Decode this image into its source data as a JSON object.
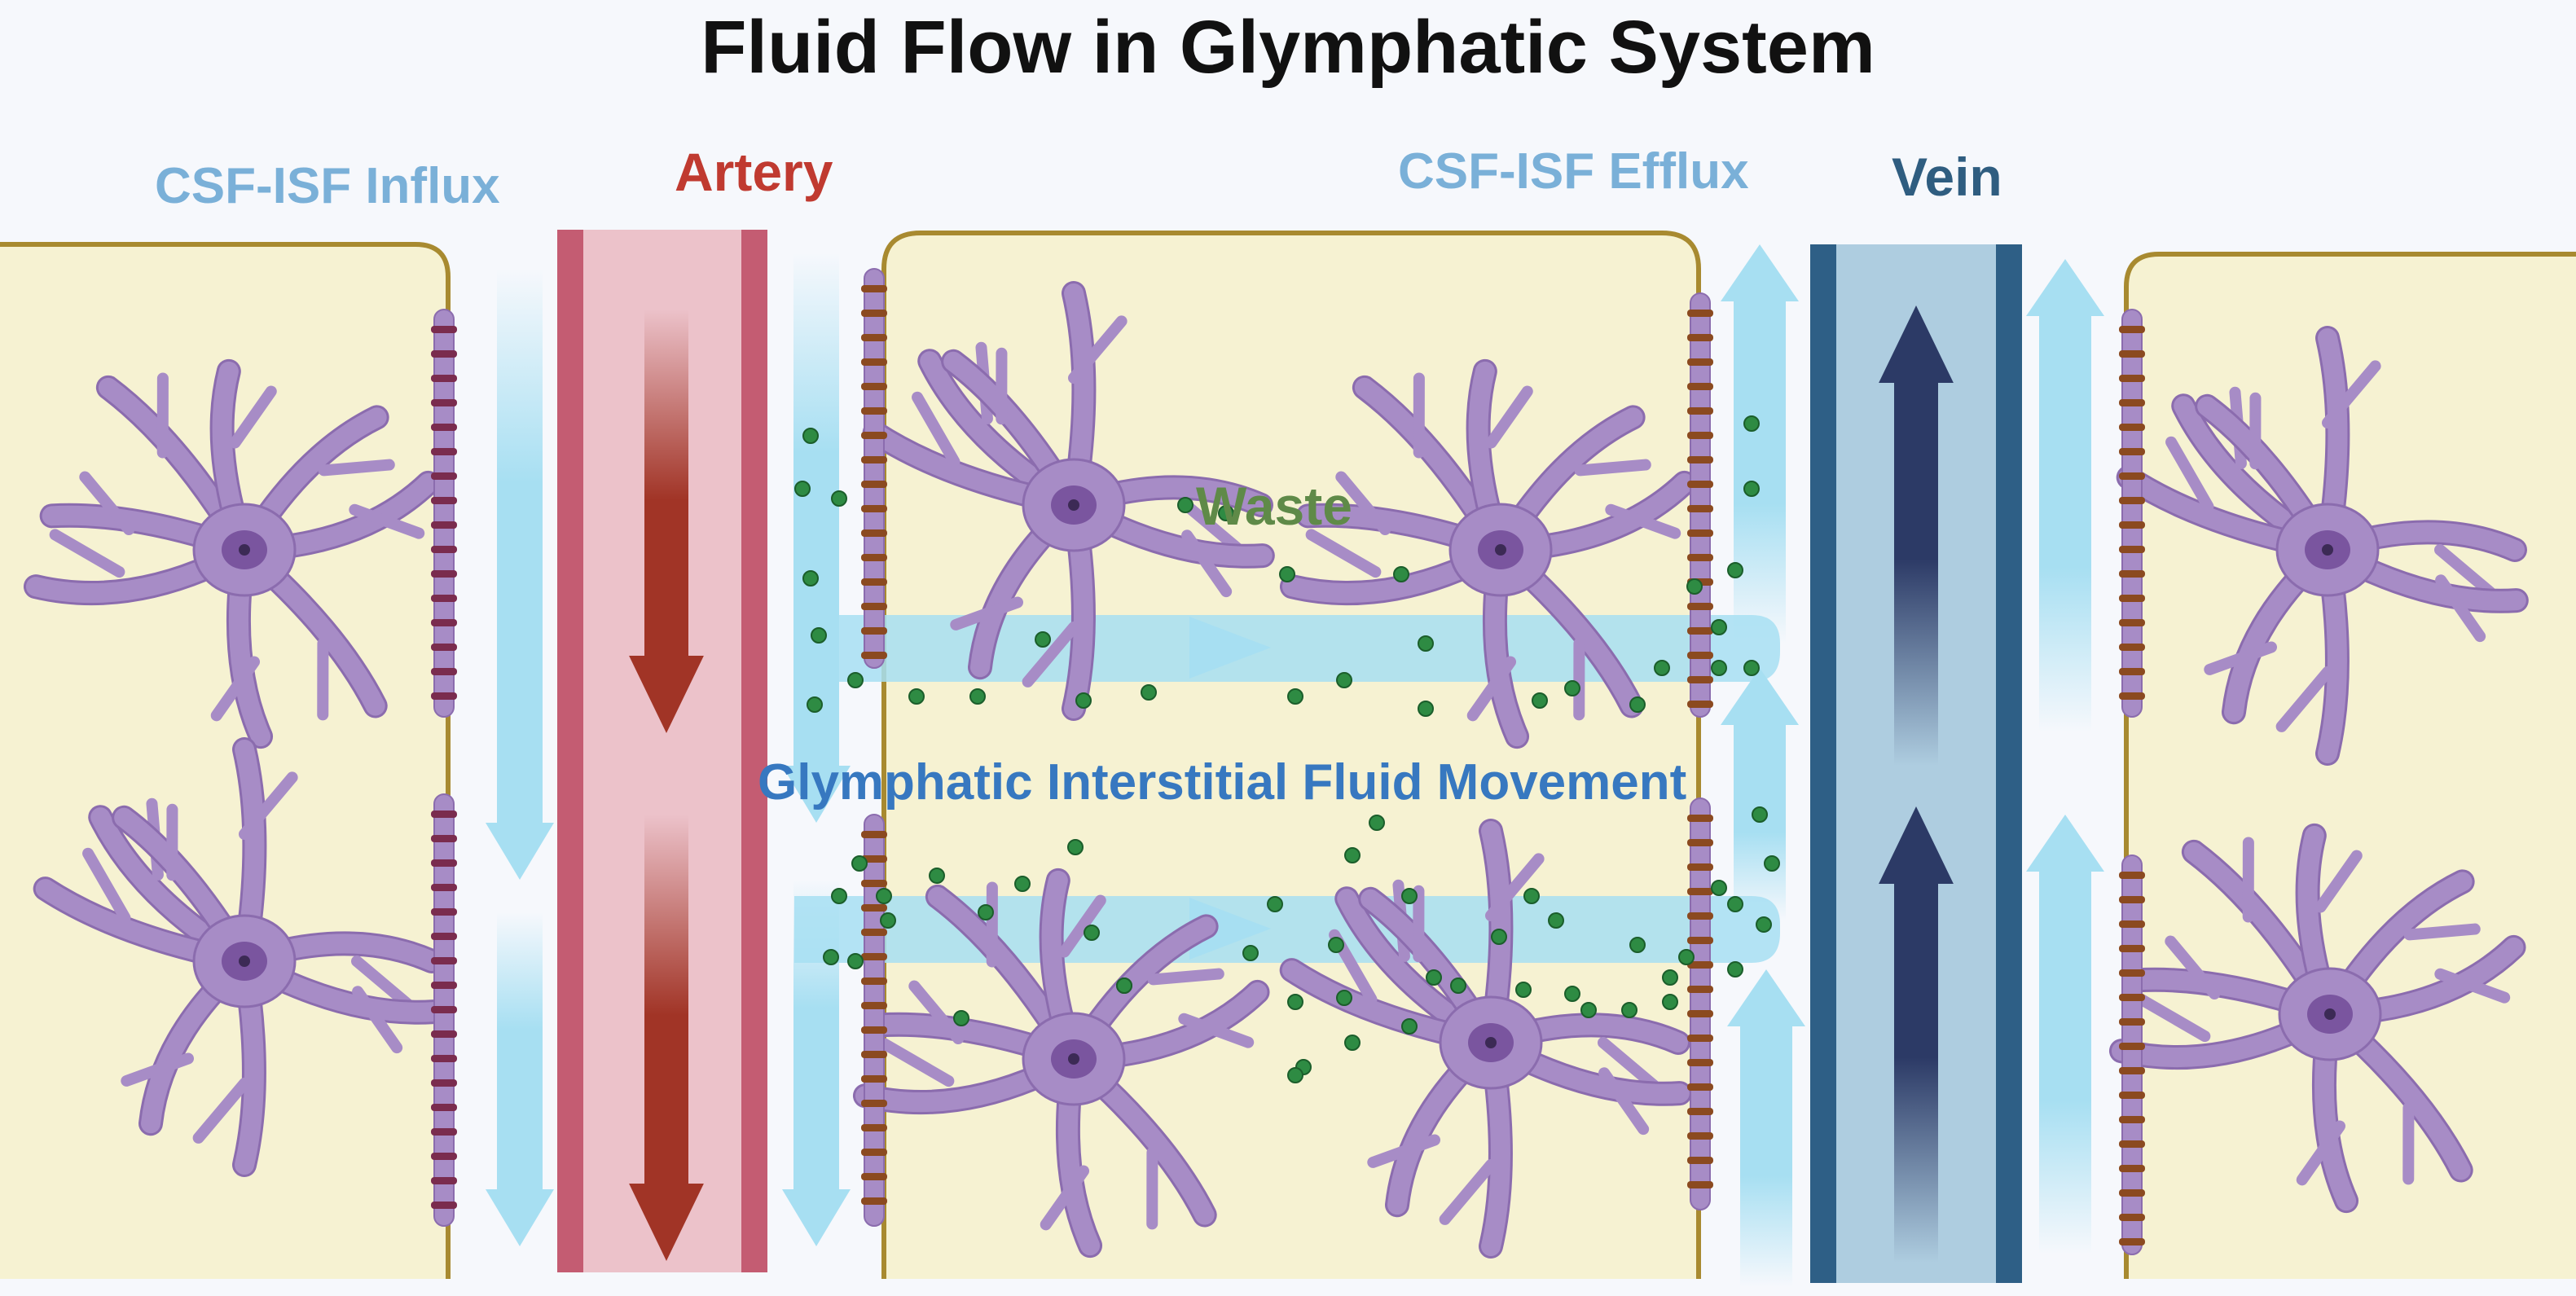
{
  "title": "Fluid Flow in Glymphatic System",
  "labels": {
    "influx": "CSF-ISF Influx",
    "artery": "Artery",
    "efflux": "CSF-ISF Efflux",
    "vein": "Vein",
    "waste": "Waste",
    "interstitial": "Glymphatic Interstitial Fluid Movement"
  },
  "colors": {
    "background": "#f6f8fc",
    "tissue": "#f6f2d2",
    "tissue_border": "#a88a30",
    "astrocyte": "#a78cc6",
    "astrocyte_stroke": "#8b6cae",
    "nucleus": "#7a559f",
    "endfoot_channel": "#7a2c4e",
    "endfoot_channel_alt": "#8b4a20",
    "csf_arrow": "#a7dff2",
    "artery_wall": "#c45c72",
    "artery_lumen": "#ecc2ca",
    "artery_flow": "#a13426",
    "vein_wall": "#2e5f86",
    "vein_lumen": "#aecde0",
    "vein_flow": "#2c3a66",
    "waste": "#2e8b43",
    "influx_text": "#7ab0d8",
    "artery_text": "#c03a30",
    "efflux_text": "#7ab0d8",
    "vein_text": "#2f5d80",
    "waste_text": "#5f8a48",
    "interstitial_text": "#3778c0"
  }
}
